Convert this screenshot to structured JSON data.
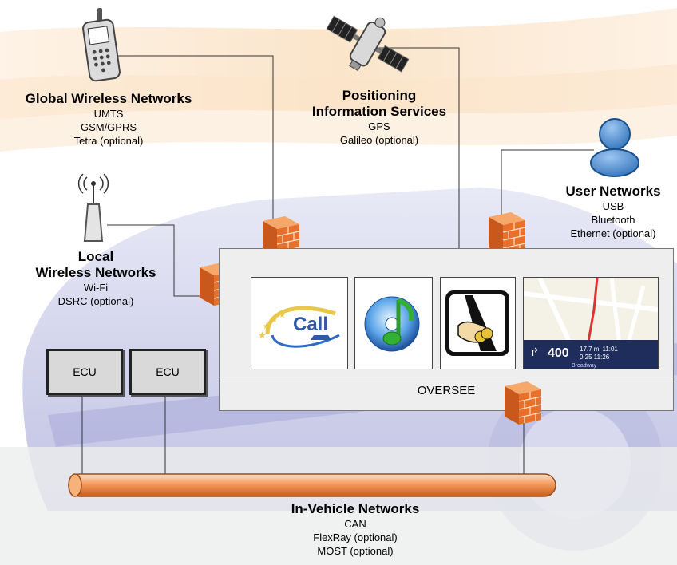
{
  "global_wireless": {
    "title": "Global Wireless Networks",
    "items": [
      "UMTS",
      "GSM/GPRS",
      "Tetra (optional)"
    ]
  },
  "positioning": {
    "title_line1": "Positioning",
    "title_line2": "Information Services",
    "items": [
      "GPS",
      "Galileo (optional)"
    ]
  },
  "user_networks": {
    "title": "User Networks",
    "items": [
      "USB",
      "Bluetooth",
      "Ethernet (optional)"
    ]
  },
  "local_wireless": {
    "title_line1": "Local",
    "title_line2": "Wireless Networks",
    "items": [
      "Wi-Fi",
      "DSRC (optional)"
    ]
  },
  "ecus": [
    "ECU",
    "ECU"
  ],
  "oversee": {
    "label": "OVERSEE"
  },
  "apps": {
    "ecall_text": "Call",
    "nav": {
      "distance": "400",
      "street": "Broadway",
      "time1": "17.7 mi 11:01",
      "time2": "0:25 11:26"
    }
  },
  "in_vehicle": {
    "title": "In-Vehicle Networks",
    "items": [
      "CAN",
      "FlexRay (optional)",
      "MOST (optional)"
    ]
  },
  "colors": {
    "bus": "#f08a4b",
    "firewall": "#e8702a",
    "background_car": "#7c7fc4",
    "background_orange": "#f7c792"
  }
}
